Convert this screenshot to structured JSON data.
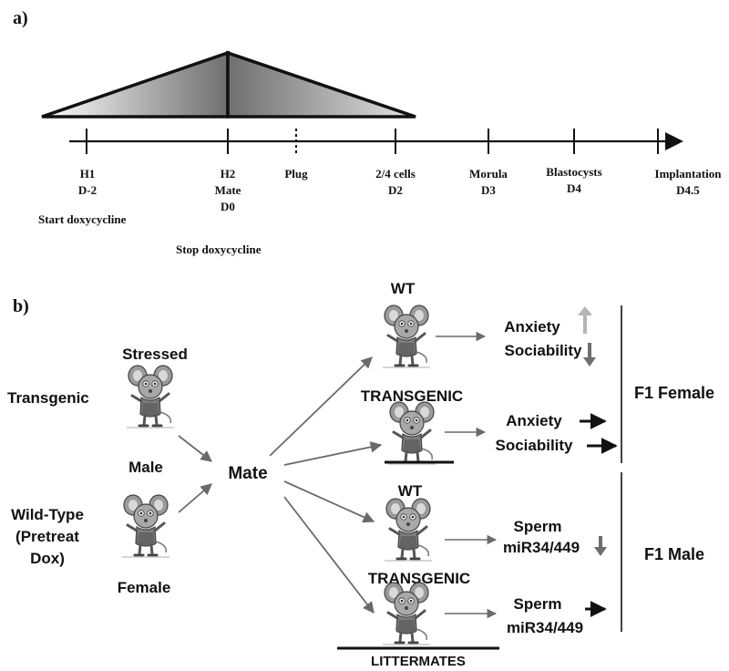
{
  "panel_a": {
    "label": "a)",
    "timeline": [
      {
        "line1": "H1",
        "line2": "D-2",
        "line3": ""
      },
      {
        "line1": "H2",
        "line2": "Mate",
        "line3": "D0"
      },
      {
        "line1": "Plug",
        "line2": "",
        "line3": ""
      },
      {
        "line1": "2/4 cells",
        "line2": "D2",
        "line3": ""
      },
      {
        "line1": "Morula",
        "line2": "D3",
        "line3": ""
      },
      {
        "line1": "Blastocysts",
        "line2": "D4",
        "line3": ""
      },
      {
        "line1": "Implantation",
        "line2": "D4.5",
        "line3": ""
      }
    ],
    "start_label": "Start doxycycline",
    "stop_label": "Stop doxycycline"
  },
  "panel_b": {
    "label": "b)",
    "stressed": "Stressed",
    "transgenic": "Transgenic",
    "male": "Male",
    "wild_type_line1": "Wild-Type",
    "wild_type_line2": "(Pretreat",
    "wild_type_line3": "Dox)",
    "female": "Female",
    "mate": "Mate",
    "wt_top": "WT",
    "transgenic_top": "TRANSGENIC",
    "wt_bottom": "WT",
    "transgenic_bottom": "TRANSGENIC",
    "anxiety_1": "Anxiety",
    "sociability_1": "Sociability",
    "anxiety_2": "Anxiety",
    "sociability_2": "Sociability",
    "sperm_1": "Sperm",
    "mir_1": "miR34/449",
    "sperm_2": "Sperm",
    "mir_2": "miR34/449",
    "f1_female": "F1 Female",
    "f1_male": "F1 Male",
    "littermates": "LITTERMATES"
  },
  "colors": {
    "arrow_up_light": "#b5b5b5",
    "arrow_down_gray": "#6e6e6e",
    "arrow_right_black": "#111111"
  }
}
